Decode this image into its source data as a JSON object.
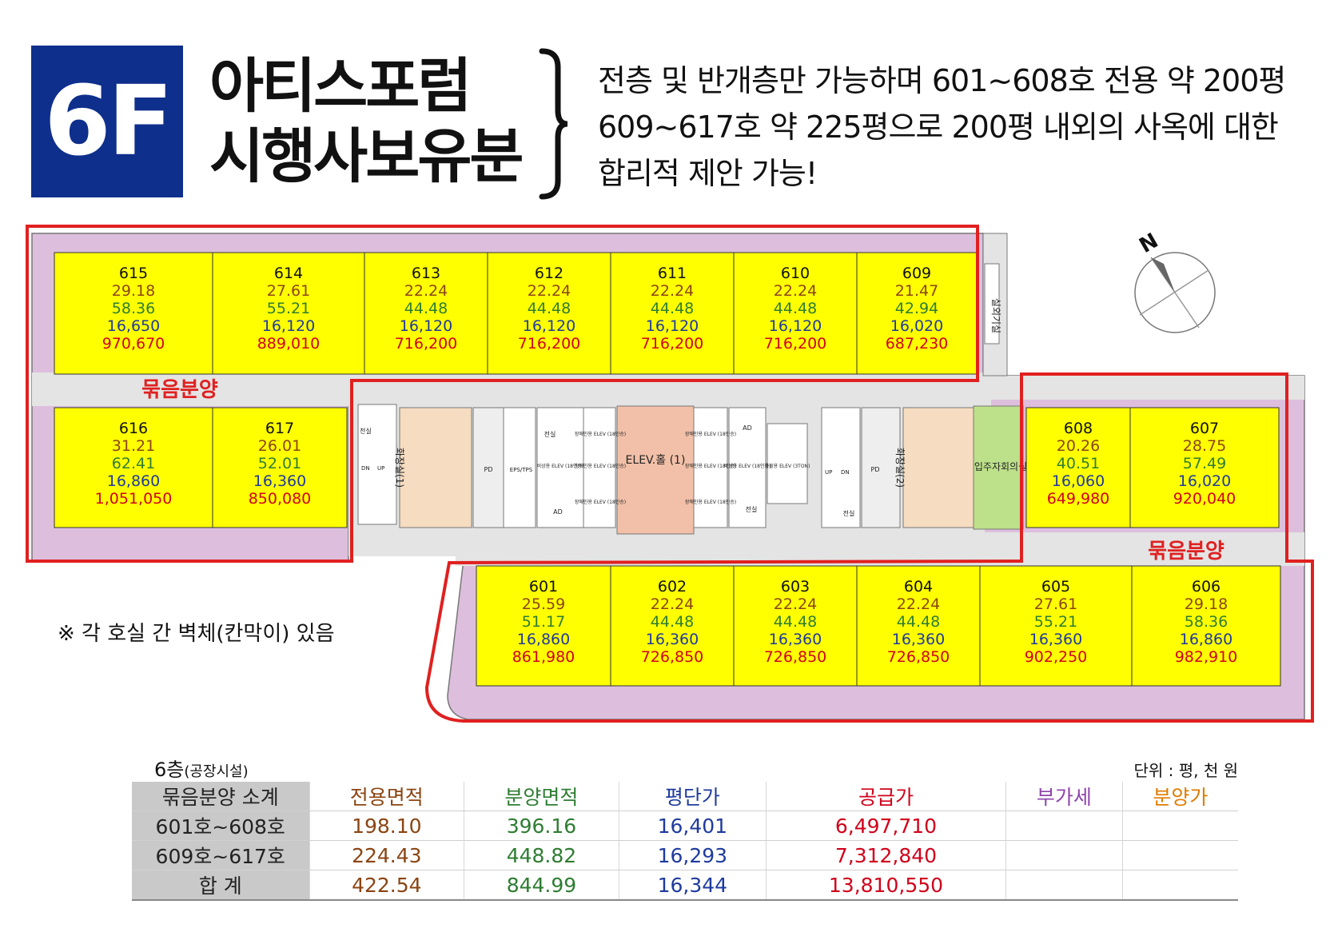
{
  "header": {
    "floor": "6F",
    "title_lines": [
      "아티스포럼",
      "시행사보유분"
    ],
    "description_lines": [
      "전층 및 반개층만 가능하며 601~608호 전용 약 200평",
      "609~617호 약 225평으로 200평 내외의 사옥에 대한",
      "합리적 제안 가능!"
    ]
  },
  "colors": {
    "badge": "#0f2f8c",
    "unit_fill": "#ffff00",
    "perimeter": "#ddbfdd",
    "bundle_outline": "#e02020",
    "elevator_hall": "#f2c0a8",
    "toilet": "#f6dcc0",
    "meeting_room": "#bde08a",
    "exclusive_area": "#8b4513",
    "supply_area": "#2e7d32",
    "unit_price": "#1f3b9e",
    "price": "#d0021b"
  },
  "units": [
    {
      "no": "615",
      "exclusive": "29.18",
      "supply": "58.36",
      "unit_price": "16,650",
      "price": "970,670"
    },
    {
      "no": "614",
      "exclusive": "27.61",
      "supply": "55.21",
      "unit_price": "16,120",
      "price": "889,010"
    },
    {
      "no": "613",
      "exclusive": "22.24",
      "supply": "44.48",
      "unit_price": "16,120",
      "price": "716,200"
    },
    {
      "no": "612",
      "exclusive": "22.24",
      "supply": "44.48",
      "unit_price": "16,120",
      "price": "716,200"
    },
    {
      "no": "611",
      "exclusive": "22.24",
      "supply": "44.48",
      "unit_price": "16,120",
      "price": "716,200"
    },
    {
      "no": "610",
      "exclusive": "22.24",
      "supply": "44.48",
      "unit_price": "16,120",
      "price": "716,200"
    },
    {
      "no": "609",
      "exclusive": "21.47",
      "supply": "42.94",
      "unit_price": "16,020",
      "price": "687,230"
    },
    {
      "no": "616",
      "exclusive": "31.21",
      "supply": "62.41",
      "unit_price": "16,860",
      "price": "1,051,050"
    },
    {
      "no": "617",
      "exclusive": "26.01",
      "supply": "52.01",
      "unit_price": "16,360",
      "price": "850,080"
    },
    {
      "no": "608",
      "exclusive": "20.26",
      "supply": "40.51",
      "unit_price": "16,060",
      "price": "649,980"
    },
    {
      "no": "607",
      "exclusive": "28.75",
      "supply": "57.49",
      "unit_price": "16,020",
      "price": "920,040"
    },
    {
      "no": "601",
      "exclusive": "25.59",
      "supply": "51.17",
      "unit_price": "16,860",
      "price": "861,980"
    },
    {
      "no": "602",
      "exclusive": "22.24",
      "supply": "44.48",
      "unit_price": "16,360",
      "price": "726,850"
    },
    {
      "no": "603",
      "exclusive": "22.24",
      "supply": "44.48",
      "unit_price": "16,360",
      "price": "726,850"
    },
    {
      "no": "604",
      "exclusive": "22.24",
      "supply": "44.48",
      "unit_price": "16,360",
      "price": "726,850"
    },
    {
      "no": "605",
      "exclusive": "27.61",
      "supply": "55.21",
      "unit_price": "16,360",
      "price": "902,250"
    },
    {
      "no": "606",
      "exclusive": "29.18",
      "supply": "58.36",
      "unit_price": "16,860",
      "price": "982,910"
    }
  ],
  "plan_labels": {
    "bundle_sale": "묶음분양",
    "elevator_hall": "ELEV.홀 (1)",
    "meeting_room": "입주자회의실",
    "toilet_1": "화장실(1)",
    "toilet_2": "화장실(2)",
    "outdoor_unit": "실외기실",
    "pd": "PD",
    "eps_tps": "EPS/TPS",
    "ad": "AD",
    "elec": "전실",
    "up": "UP",
    "dn": "DN",
    "disabled_elev": "장애인용 ELEV (18인승)",
    "emergency_elev": "비상용 ELEV (18인승)",
    "freight_elev": "화물용 ELEV (3TON)",
    "north": "N"
  },
  "note": "※ 각 호실 간 벽체(칸막이) 있음",
  "summary_table": {
    "caption": "6층",
    "caption_sub": "(공장시설)",
    "unit_note": "단위 : 평, 천 원",
    "header": [
      "묶음분양 소계",
      "전용면적",
      "분양면적",
      "평단가",
      "공급가",
      "부가세",
      "분양가"
    ],
    "rows": [
      [
        "601호~608호",
        "198.10",
        "396.16",
        "16,401",
        "6,497,710",
        "",
        ""
      ],
      [
        "609호~617호",
        "224.43",
        "448.82",
        "16,293",
        "7,312,840",
        "",
        ""
      ],
      [
        "합  계",
        "422.54",
        "844.99",
        "16,344",
        "13,810,550",
        "",
        ""
      ]
    ]
  }
}
